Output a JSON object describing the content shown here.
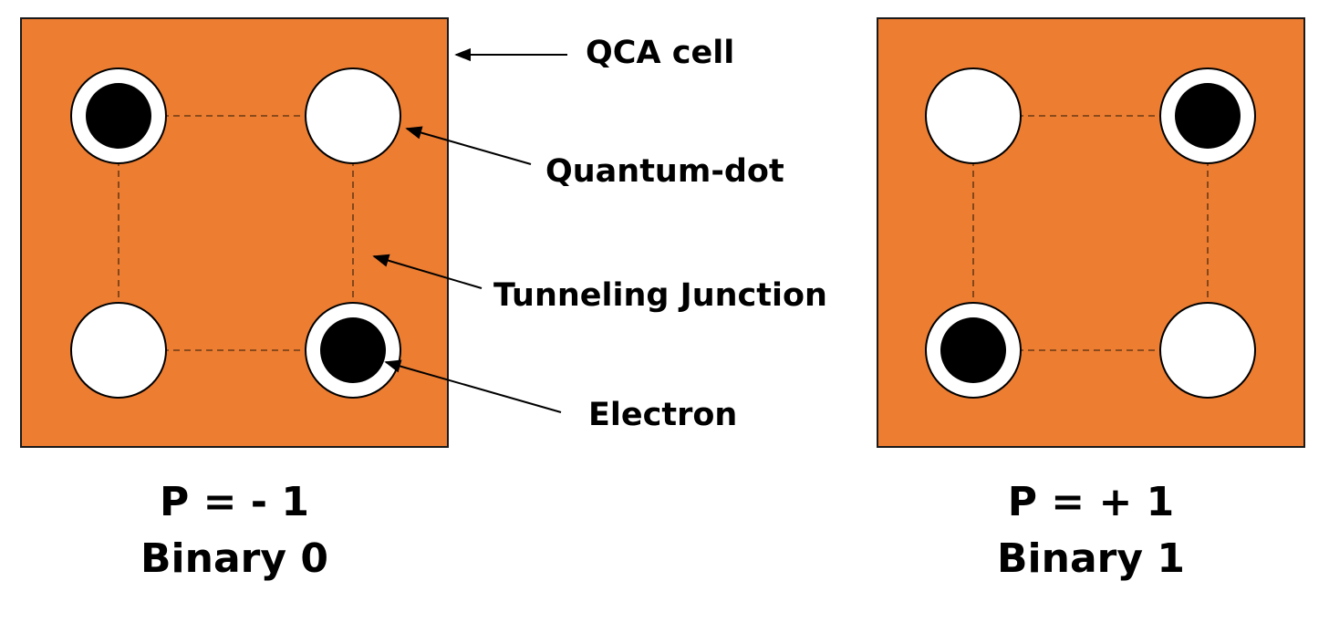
{
  "colors": {
    "cell_fill": "#ED7D31",
    "cell_border": "#1a1a1a",
    "dot_fill": "#ffffff",
    "electron": "#000000",
    "junction": "#6b3a14"
  },
  "labels": {
    "qca_cell": "QCA cell",
    "quantum_dot": "Quantum-dot",
    "tunneling_junction": "Tunneling Junction",
    "electron": "Electron"
  },
  "cells": [
    {
      "polarization": "P = - 1",
      "binary": "Binary 0",
      "occupied_dots": [
        "top-left",
        "bottom-right"
      ]
    },
    {
      "polarization": "P = + 1",
      "binary": "Binary 1",
      "occupied_dots": [
        "top-right",
        "bottom-left"
      ]
    }
  ]
}
